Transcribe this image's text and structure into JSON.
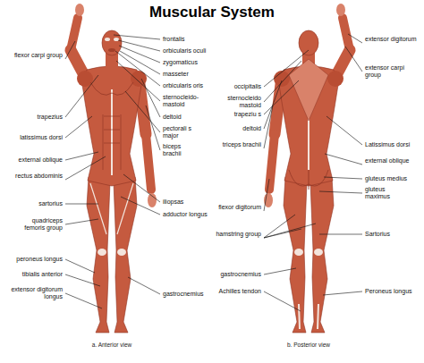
{
  "diagram": {
    "title": "Muscular System",
    "labels": [
      "flexor carpi group",
      "trapezius",
      "latissimus dorsi",
      "external oblique",
      "rectus abdominis",
      "sartorius",
      "quadriceps femoris group",
      "peroneus longus",
      "tibialis anterior",
      "extensor digitorum longus",
      "frontalis",
      "orbicularis oculi",
      "zygomaticus",
      "masseter",
      "orbicularis oris",
      "sternocleido- mastoid",
      "deltoid",
      "pectorali s major",
      "biceps brachii",
      "iliopsas",
      "adductor longus",
      "gastrocnemius",
      "occipitalis",
      "sternocleido mastoid",
      "trapeziu s",
      "deltoid",
      "triceps brachii",
      "flexor digitorum",
      "hamstring group",
      "gastrocnemius",
      "Achilles tendon",
      "extensor digitorum",
      "extensor carpi group",
      "Latissimus dorsi",
      "external oblique",
      "gluteus medius",
      "gluteus maximus",
      "Sartorius",
      "Peroneus longus",
      "a. Anterior view",
      "b. Posterior view"
    ]
  }
}
